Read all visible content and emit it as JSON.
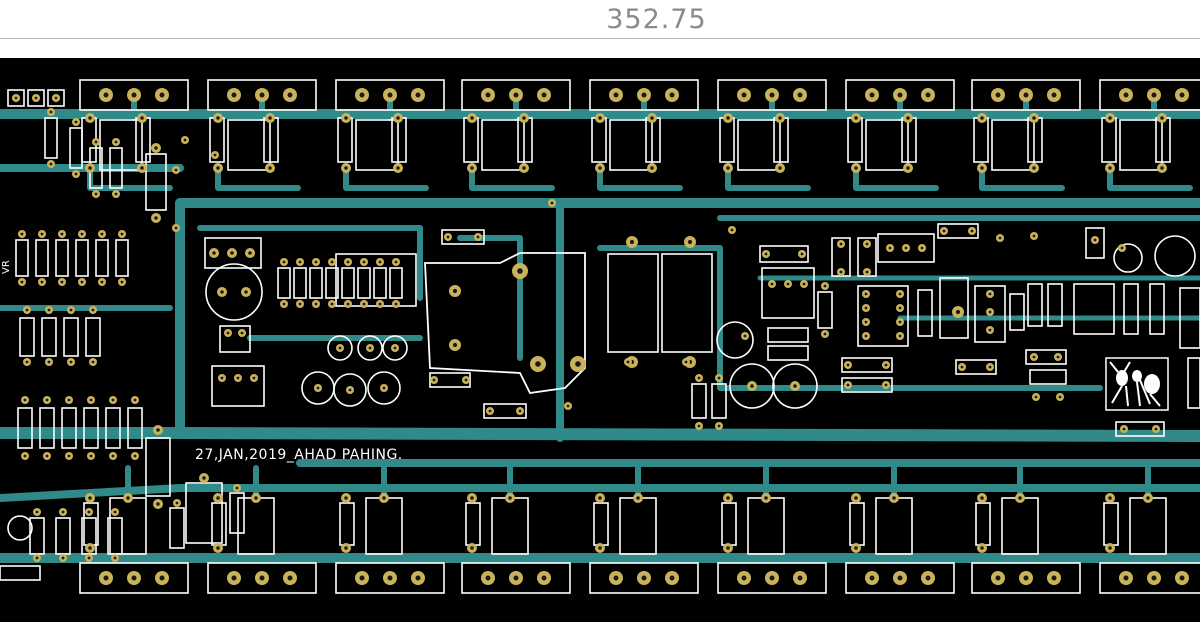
{
  "dimension": {
    "value": "352.75"
  },
  "board": {
    "silkscreen_text": "27,JAN,2019_AHAD PAHING.",
    "partial_label": "VR",
    "colors": {
      "background": "#000000",
      "copper": "#2f8a89",
      "silkscreen": "#ffffff",
      "pad": "#c9b25a",
      "hole": "#1a1a1a"
    },
    "logo": "ant-logo-icon"
  }
}
